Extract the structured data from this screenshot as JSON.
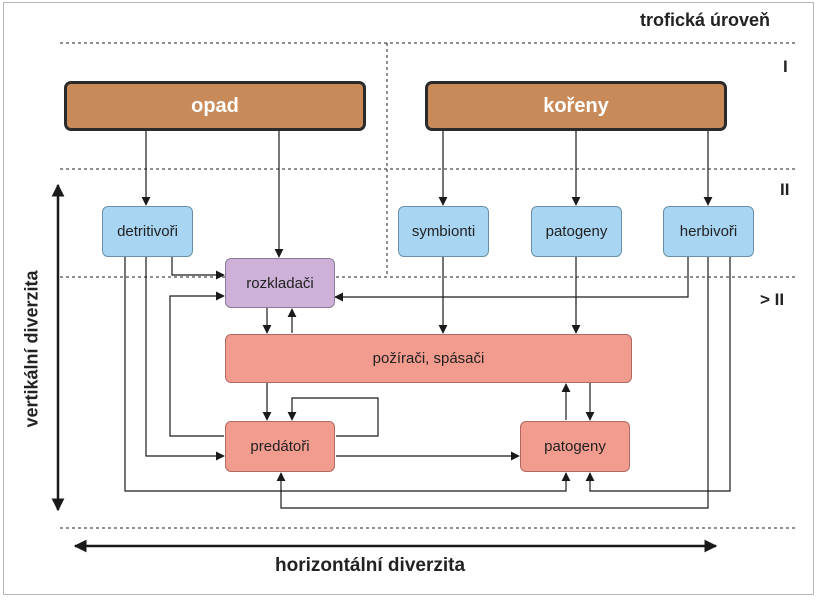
{
  "header": {
    "trophic_level_title": "trofická úroveň"
  },
  "levels": {
    "level_1": "I",
    "level_2": "II",
    "level_3": "> II"
  },
  "sources": {
    "litter": "opad",
    "roots": "kořeny"
  },
  "level2_nodes": {
    "detritivores": "detritivoři",
    "symbionts": "symbionti",
    "pathogens": "patogeny",
    "herbivores": "herbivoři"
  },
  "level3_nodes": {
    "decomposers": "rozkladači",
    "grazers": "požírači, spásači",
    "predators": "predátoři",
    "pathogens": "patogeny"
  },
  "axes": {
    "vertical": "vertikální diverzita",
    "horizontal": "horizontální diverzita"
  },
  "colors": {
    "source": "#c98a5a",
    "level2": "#a8d5f2",
    "decomposer": "#cdb1d8",
    "consumer": "#f29b8f"
  }
}
